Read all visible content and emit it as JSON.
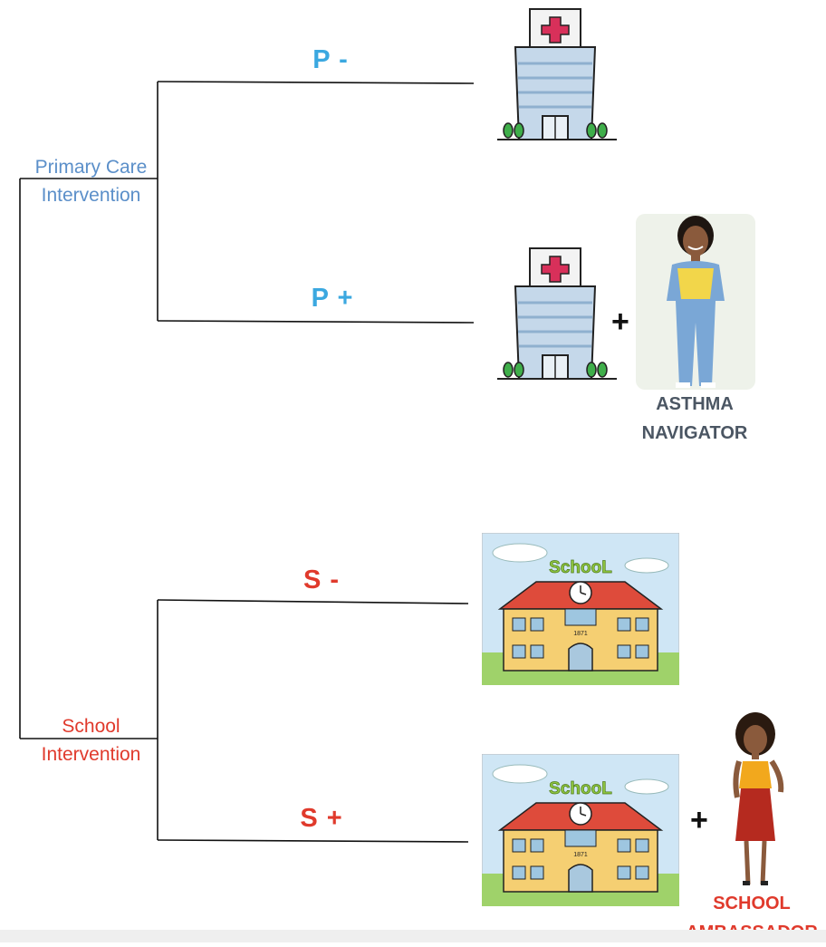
{
  "branches": [
    {
      "label_line1": "Primary Care",
      "label_line2": "Intervention",
      "color": "#5b8fc9"
    },
    {
      "label_line1": "School",
      "label_line2": "Intervention",
      "color": "#e03a2c"
    }
  ],
  "arms": [
    {
      "label": "P -",
      "color": "#3ba8e0",
      "image": "hospital-icon"
    },
    {
      "label": "P +",
      "color": "#3ba8e0",
      "image": "hospital-icon",
      "addon": "asthma-navigator-figure"
    },
    {
      "label": "S -",
      "color": "#e03a2c",
      "image": "school-illustration"
    },
    {
      "label": "S +",
      "color": "#e03a2c",
      "image": "school-illustration",
      "addon": "school-ambassador-figure"
    }
  ],
  "plus_sign": "+",
  "roles": {
    "navigator_line1": "ASTHMA",
    "navigator_line2": "NAVIGATOR",
    "navigator_color": "#4b5663",
    "ambassador_line1": "SCHOOL",
    "ambassador_line2": "AMBASSADOR",
    "ambassador_color": "#e03a2c"
  },
  "school_sign": "SchooL",
  "school_year": "1871"
}
